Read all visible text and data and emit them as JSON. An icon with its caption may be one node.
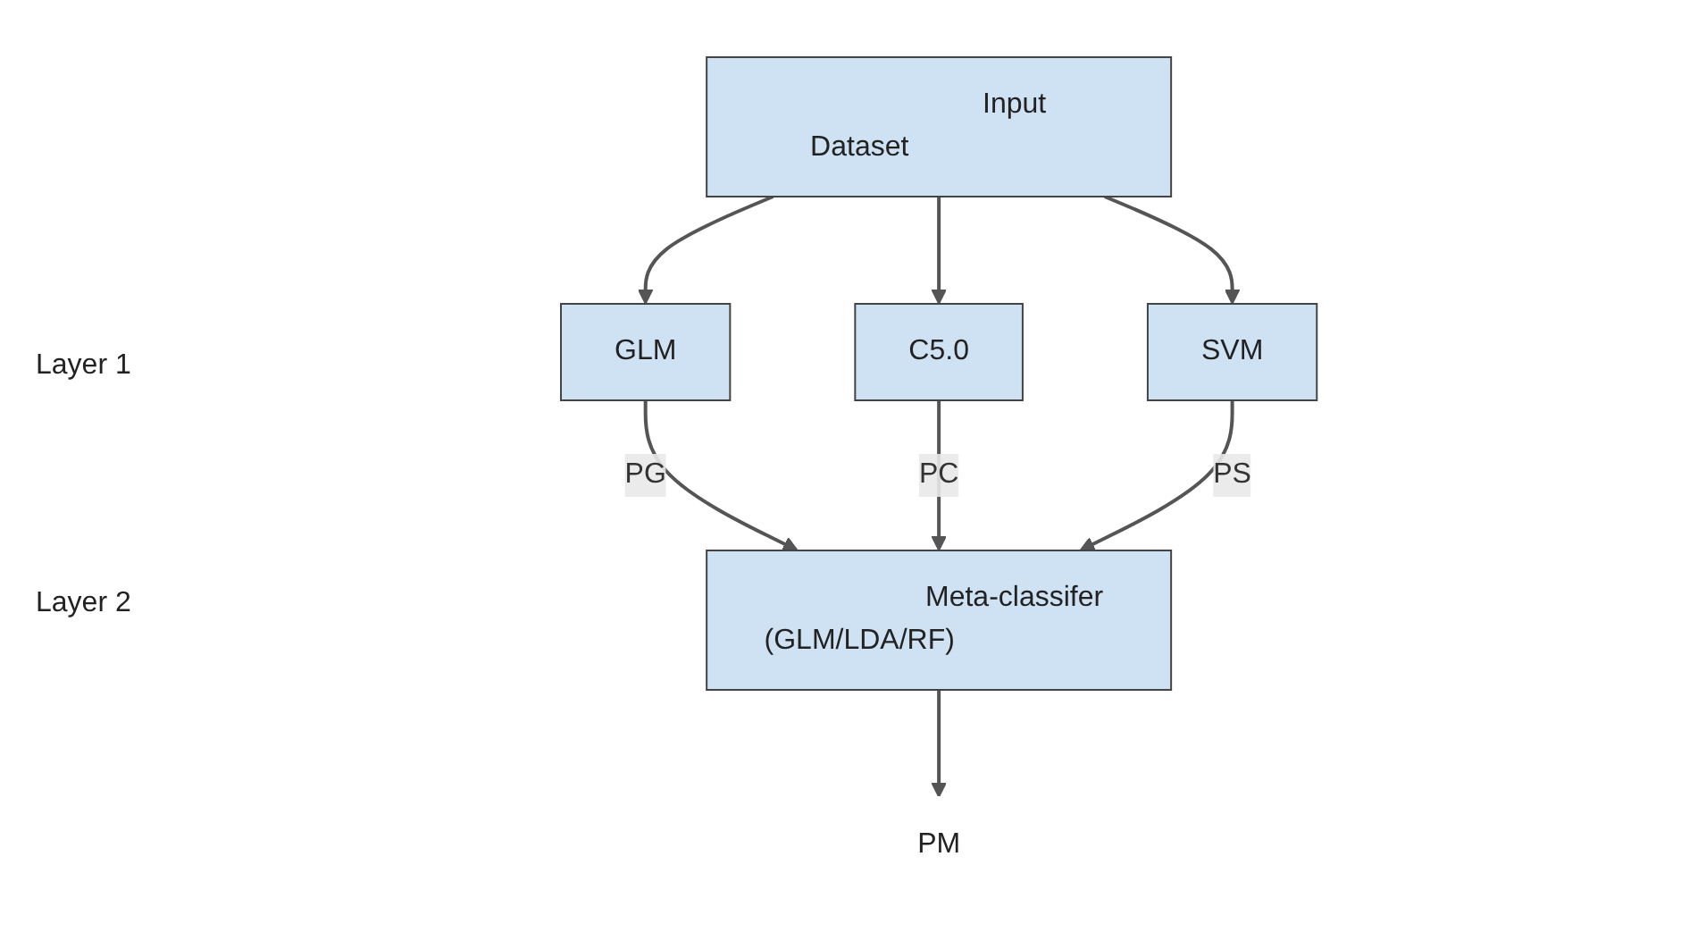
{
  "diagram": {
    "nodes": [
      {
        "text": [
          "Input Dataset"
        ]
      },
      {
        "text": [
          "GLM"
        ]
      },
      {
        "text": [
          "C5.0"
        ]
      },
      {
        "text": [
          "SVM"
        ]
      },
      {
        "text": [
          "Meta-classifer (GLM/LDA/RF)"
        ]
      },
      {
        "text": [
          "PM"
        ]
      }
    ],
    "edges": [
      {
        "from": 0,
        "to": 1,
        "arrow": "to"
      },
      {
        "from": 0,
        "to": 2,
        "arrow": "to"
      },
      {
        "from": 0,
        "to": 3,
        "arrow": "to"
      },
      {
        "from": 1,
        "to": 4,
        "arrow": "to",
        "label": "PG"
      },
      {
        "from": 2,
        "to": 4,
        "arrow": "to",
        "label": "PC"
      },
      {
        "from": 3,
        "to": 4,
        "arrow": "to",
        "label": "PS"
      },
      {
        "from": 4,
        "to": 5,
        "arrow": "to"
      }
    ],
    "labels": [
      "Layer 1",
      "Layer 2"
    ]
  }
}
